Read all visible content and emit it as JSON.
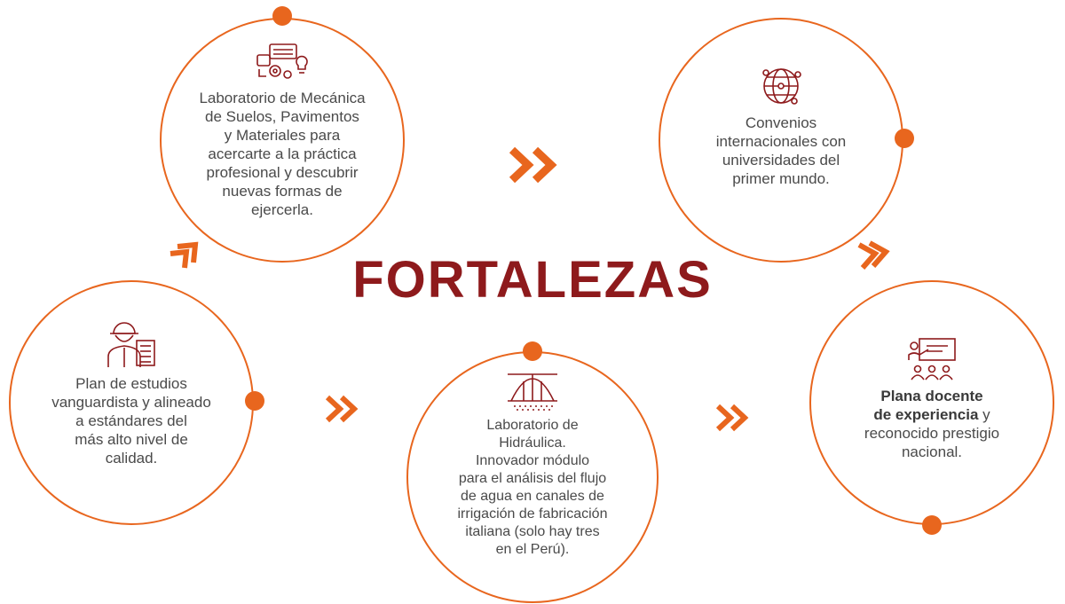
{
  "title": "FORTALEZAS",
  "colors": {
    "accent": "#e8661e",
    "title": "#8e1a1c",
    "icon": "#8e1a1c",
    "text": "#4a4a4a"
  },
  "items": [
    {
      "icon": "lab-equipment-icon",
      "lines": [
        "Laboratorio de Mecánica",
        "de Suelos, Pavimentos",
        "y Materiales para",
        "acercarte a la práctica",
        "profesional y descubrir",
        "nuevas formas de",
        "ejercerla."
      ]
    },
    {
      "icon": "globe-network-icon",
      "lines": [
        "Convenios",
        "internacionales con",
        "universidades del",
        "primer mundo."
      ]
    },
    {
      "icon": "engineer-clipboard-icon",
      "lines": [
        "Plan de estudios",
        "vanguardista y alineado",
        "a estándares del",
        "más alto nivel de",
        "calidad."
      ]
    },
    {
      "icon": "hydraulic-channel-icon",
      "lines": [
        "Laboratorio de",
        "Hidráulica.",
        "Innovador módulo",
        "para el análisis del flujo",
        "de agua en canales de",
        "irrigación de fabricación",
        "italiana (solo hay tres",
        "en el Perú)."
      ]
    },
    {
      "icon": "teacher-classroom-icon",
      "bold_line1": "Plana docente",
      "bold_line2": "de experiencia",
      "line2_suffix": " y",
      "lines": [
        "reconocido prestigio",
        "nacional."
      ]
    }
  ]
}
